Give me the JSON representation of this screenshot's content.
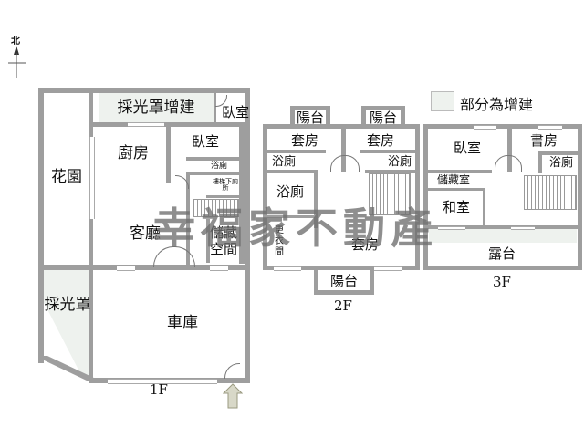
{
  "compass": {
    "label": "北"
  },
  "legend": {
    "label": "部分為增建",
    "swatch_color": "#eef2ee"
  },
  "watermark": "幸福家不動產",
  "colors": {
    "wall": "#9e9e9e",
    "addition": "#eef2ee",
    "entry_arrow": "#d8d8c8"
  },
  "floors": [
    {
      "label": "1F",
      "rooms": [
        {
          "id": "skylight-addition",
          "label": "採光罩增建"
        },
        {
          "id": "bedroom",
          "label": "臥室"
        },
        {
          "id": "garden",
          "label": "花園"
        },
        {
          "id": "kitchen",
          "label": "廚房"
        },
        {
          "id": "bedroom-2",
          "label": "臥室"
        },
        {
          "id": "bathroom",
          "label": "浴廁"
        },
        {
          "id": "under-stair-toilet",
          "label": "樓梯下廁所"
        },
        {
          "id": "living-room",
          "label": "客廳"
        },
        {
          "id": "storage",
          "label": "儲藏空間"
        },
        {
          "id": "skylight",
          "label": "採光罩"
        },
        {
          "id": "garage",
          "label": "車庫"
        }
      ]
    },
    {
      "label": "2F",
      "rooms": [
        {
          "id": "balcony-1",
          "label": "陽台"
        },
        {
          "id": "balcony-2",
          "label": "陽台"
        },
        {
          "id": "suite-1",
          "label": "套房"
        },
        {
          "id": "suite-2",
          "label": "套房"
        },
        {
          "id": "bath-1",
          "label": "浴廁"
        },
        {
          "id": "bath-2",
          "label": "浴廁"
        },
        {
          "id": "bath-3",
          "label": "浴廁"
        },
        {
          "id": "dressing-room",
          "label": "更衣間"
        },
        {
          "id": "suite-3",
          "label": "套房"
        },
        {
          "id": "balcony-3",
          "label": "陽台"
        }
      ]
    },
    {
      "label": "3F",
      "rooms": [
        {
          "id": "bedroom",
          "label": "臥室"
        },
        {
          "id": "study",
          "label": "書房"
        },
        {
          "id": "bath",
          "label": "浴廁"
        },
        {
          "id": "storage-room",
          "label": "儲藏室"
        },
        {
          "id": "japanese-room",
          "label": "和室"
        },
        {
          "id": "terrace",
          "label": "露台"
        }
      ]
    }
  ]
}
